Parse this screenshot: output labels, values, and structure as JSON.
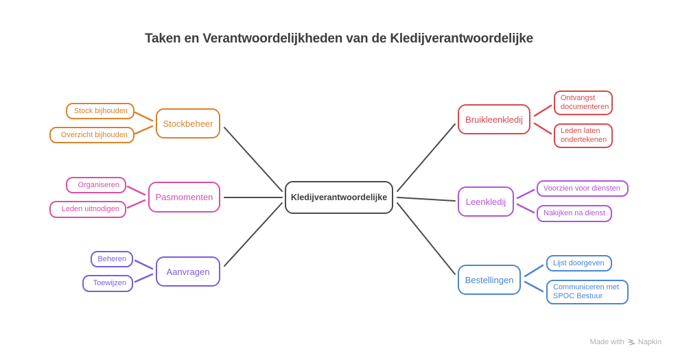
{
  "title": "Taken en Verantwoordelijkheden van de Kledijverantwoordelijke",
  "center": {
    "label": "Kledijverantwoordelijke",
    "color": "#4a4a4a"
  },
  "branches": [
    {
      "label": "Stockbeheer",
      "side": "left",
      "color": "#d9822b",
      "children": [
        "Stock bijhouden",
        "Overzicht bijhouden"
      ]
    },
    {
      "label": "Pasmomenten",
      "side": "left",
      "color": "#d94fa6",
      "children": [
        "Organiseren",
        "Leden uitnodigen"
      ]
    },
    {
      "label": "Aanvragen",
      "side": "left",
      "color": "#7b5ce0",
      "children": [
        "Beheren",
        "Toewijzen"
      ]
    },
    {
      "label": "Bruikleenkledij",
      "side": "right",
      "color": "#d9494b",
      "children": [
        "Ontvangst documenteren",
        "Leden laten ondertekenen"
      ]
    },
    {
      "label": "Leenkledij",
      "side": "right",
      "color": "#b352d9",
      "children": [
        "Voorzien voor diensten",
        "Nakijken na dienst"
      ]
    },
    {
      "label": "Bestellingen",
      "side": "right",
      "color": "#4a86d9",
      "children": [
        "Lijst doorgeven",
        "Communiceren met SPOC Bestuur"
      ]
    }
  ],
  "footer": {
    "label": "Made with",
    "brand": "Napkin",
    "icon": "napkin-logo-icon"
  }
}
